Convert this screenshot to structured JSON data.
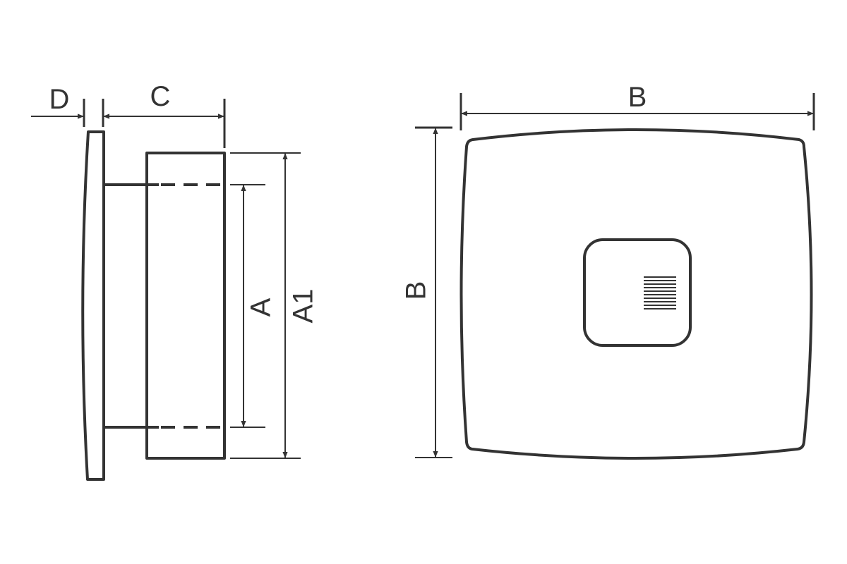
{
  "diagram": {
    "labels": {
      "D": "D",
      "C": "C",
      "A": "A",
      "A1": "A1",
      "B_width": "B",
      "B_height": "B"
    },
    "colors": {
      "line": "#333333",
      "background": "#ffffff"
    }
  }
}
